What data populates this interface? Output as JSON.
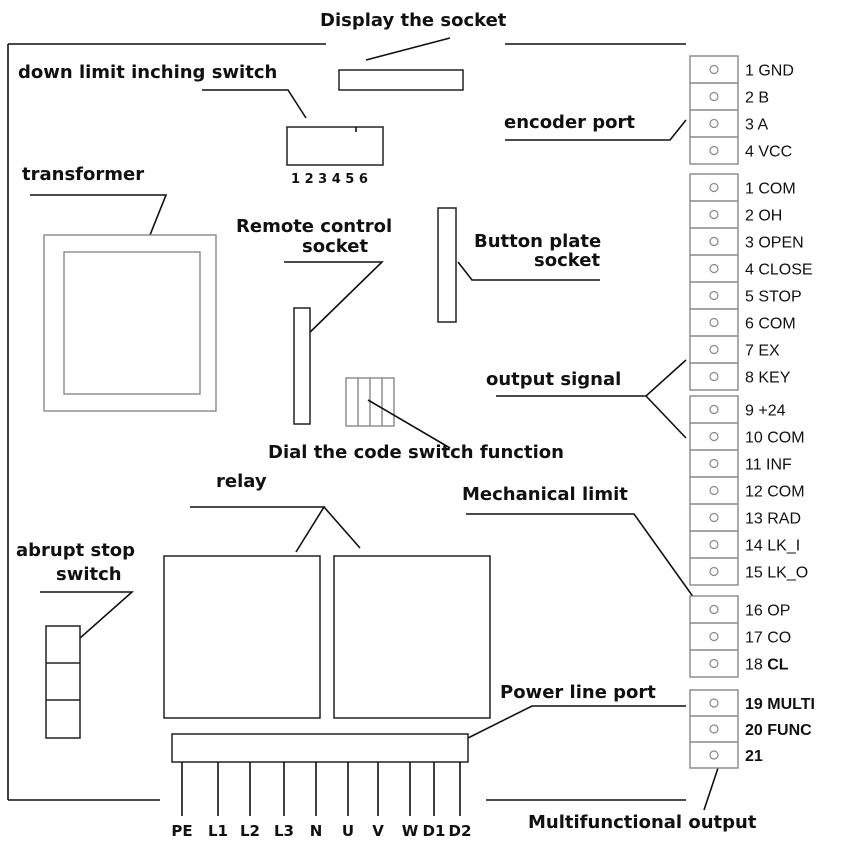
{
  "labels": {
    "display_socket": "Display the socket",
    "down_limit": "down limit inching switch",
    "dip_numbers": "1 2 3 4 5 6",
    "encoder_port": "encoder port",
    "transformer": "transformer",
    "remote_line1": "Remote control",
    "remote_line2": "socket",
    "button_line1": "Button plate",
    "button_line2": "socket",
    "output_signal": "output signal",
    "dial_code": "Dial the code switch function",
    "relay": "relay",
    "mechanical_limit": "Mechanical limit",
    "abrupt_line1": "abrupt stop",
    "abrupt_line2": "switch",
    "power_line_port": "Power line port",
    "multifunctional_output": "Multifunctional output"
  },
  "encoder_terminals": [
    "1 GND",
    "2  B",
    "3  A",
    "4 VCC"
  ],
  "signal_terminals_a": [
    "1 COM",
    "2 OH",
    "3 OPEN",
    "4 CLOSE",
    "5 STOP",
    "6 COM",
    "7 EX",
    "8 KEY"
  ],
  "signal_terminals_b": [
    "9 +24",
    "10 COM",
    "11 INF",
    "12 COM",
    "13 RAD",
    "14 LK_I",
    "15 LK_O"
  ],
  "limit_terminals": [
    {
      "num": "16",
      "name": "OP"
    },
    {
      "num": "17",
      "name": "CO"
    },
    {
      "num": "18",
      "name": "CL"
    }
  ],
  "multi_terminals": [
    {
      "num": "19",
      "name": "MULTI"
    },
    {
      "num": "20",
      "name": "FUNC"
    },
    {
      "num": "21",
      "name": ""
    }
  ],
  "power_pins": [
    "PE",
    "L1",
    "L2",
    "L3",
    "N",
    "U",
    "V",
    "W",
    "D1",
    "D2"
  ]
}
